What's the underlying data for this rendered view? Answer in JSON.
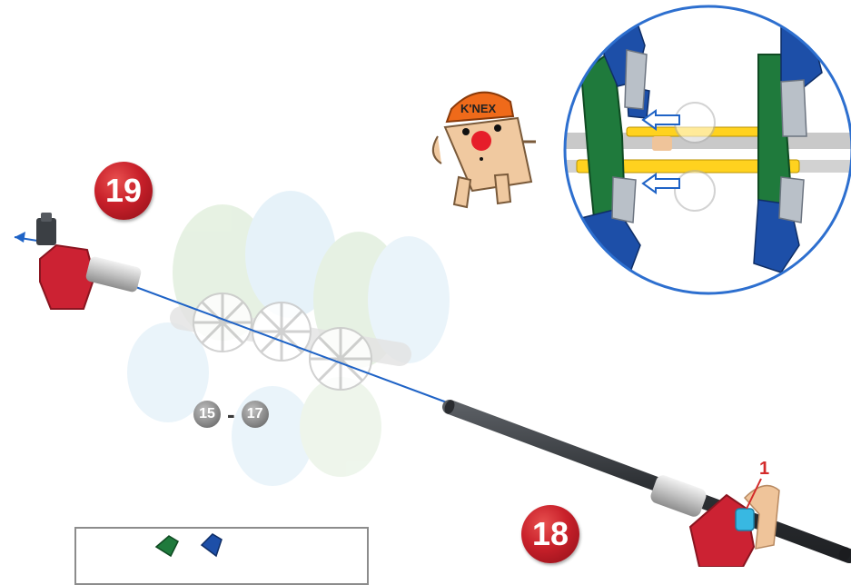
{
  "steps": {
    "step19": "19",
    "step18": "18",
    "range_start": "15",
    "range_dash": "-",
    "range_end": "17"
  },
  "callout": {
    "marker": "1"
  },
  "mascot": {
    "helmet_text": "K'NEX"
  },
  "colors": {
    "badge_red": "#c8202a",
    "rod_black": "#3a3d42",
    "connector_red": "#cc2233",
    "spacer_gray": "#c9c9c9",
    "clip_peach": "#efc49a",
    "arrow_blue": "#1f63c6",
    "zoom_circle_blue": "#2d6fcf",
    "rod_yellow": "#ffd21f",
    "green_piece": "#1f7a3c",
    "blue_piece": "#1d4fa8"
  }
}
